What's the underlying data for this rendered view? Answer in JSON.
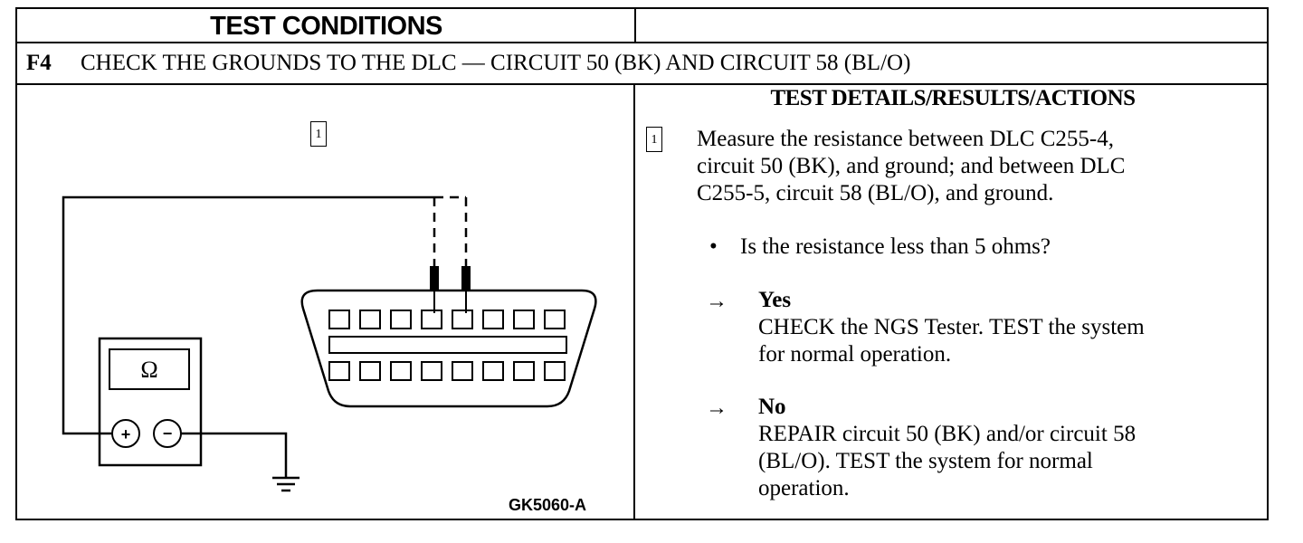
{
  "header": {
    "left": "TEST CONDITIONS",
    "right": "TEST DETAILS/RESULTS/ACTIONS"
  },
  "step": {
    "id": "F4",
    "title": "CHECK THE GROUNDS TO THE DLC — CIRCUIT 50 (BK) AND CIRCUIT 58 (BL/O)"
  },
  "diagram": {
    "step_marker": "1",
    "meter_symbol": "Ω",
    "plus_symbol": "+",
    "minus_symbol": "−",
    "figure_id": "GK5060-A"
  },
  "details": {
    "step_marker": "1",
    "instruction_lines": [
      "Measure the resistance between DLC C255-4,",
      "circuit 50 (BK), and ground; and between DLC",
      "C255-5, circuit 58 (BL/O), and ground."
    ],
    "bullet": "•",
    "question": "Is the resistance less than 5 ohms?",
    "arrow": "→",
    "yes": {
      "label": "Yes",
      "lines": [
        "CHECK the NGS Tester. TEST the system",
        "for normal operation."
      ]
    },
    "no": {
      "label": "No",
      "lines": [
        "REPAIR circuit 50 (BK) and/or circuit 58",
        "(BL/O). TEST the system for normal",
        "operation."
      ]
    }
  }
}
